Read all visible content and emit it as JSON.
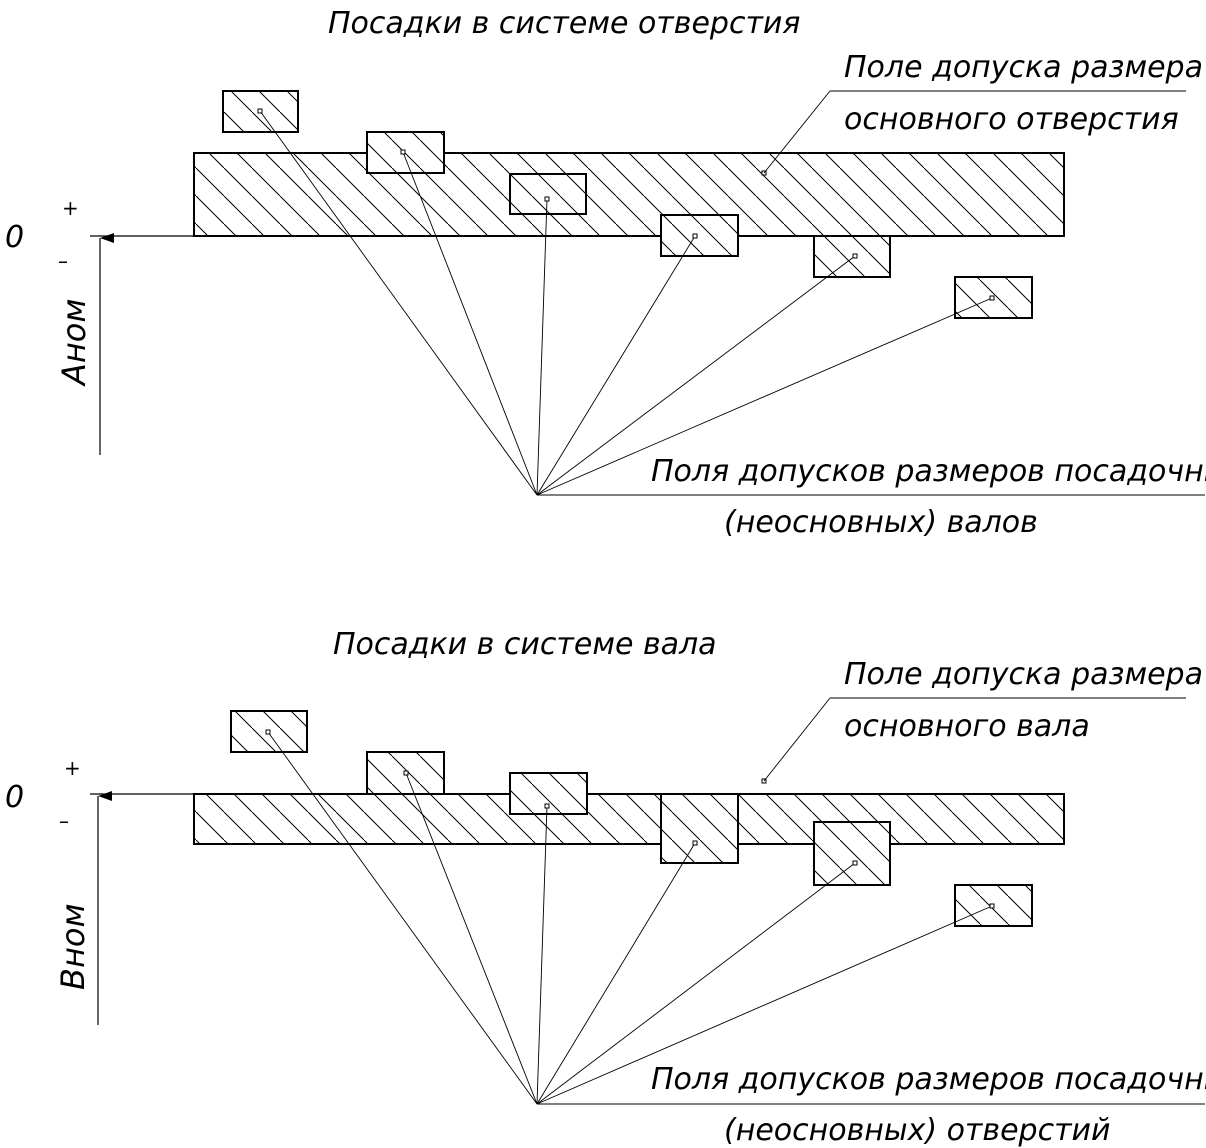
{
  "hole_system": {
    "title": "Посадки в системе отверстия",
    "base_field_label": [
      "Поле допуска размера",
      "основного отверстия"
    ],
    "fit_fields_label": [
      "Поля допусков размеров посадочных",
      "(неосновных) валов"
    ],
    "zero_label": "0",
    "plus_label": "+",
    "minus_label": "–",
    "dimension_label": "Аном"
  },
  "shaft_system": {
    "title": "Посадки в системе вала",
    "base_field_label": [
      "Поле допуска размера",
      "основного вала"
    ],
    "fit_fields_label": [
      "Поля допусков размеров посадочных",
      "(неосновных) отверстий"
    ],
    "zero_label": "0",
    "plus_label": "+",
    "minus_label": "–",
    "dimension_label": "Вном"
  },
  "colors": {
    "stroke": "#000000",
    "background": "#ffffff"
  }
}
